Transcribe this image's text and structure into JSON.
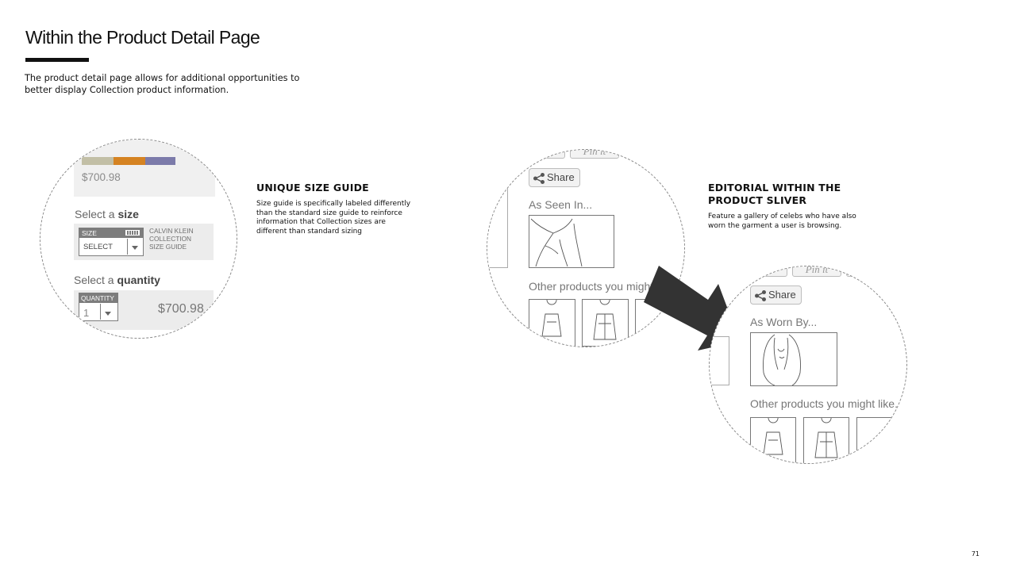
{
  "header": {
    "title": "Within the Product Detail Page",
    "intro": "The product detail page allows for additional opportunities to better display Collection product information."
  },
  "size_guide_zoom": {
    "price_top": "$700.98",
    "swatch_colors": [
      "#c2bfa6",
      "#d58322",
      "#7c7baa"
    ],
    "select_size_prefix": "Select a ",
    "select_size_bold": "size",
    "size_bar_label": "SIZE",
    "size_select_value": "SELECT",
    "size_guide_lines": [
      "CALVIN KLEIN",
      "COLLECTION",
      "SIZE GUIDE"
    ],
    "select_quantity_prefix": "Select a ",
    "select_quantity_bold": "quantity",
    "quantity_bar_label": "QUANTITY",
    "quantity_value": "1",
    "quantity_price": "$700.98"
  },
  "annotation_size_guide": {
    "title": "UNIQUE SIZE GUIDE",
    "body": "Size guide is specifically labeled differently than the standard size guide to reinforce information that Collection sizes are different than standard sizing"
  },
  "as_seen_zoom": {
    "pinterest_label": "Pin it",
    "share_label": "Share",
    "section_label": "As Seen In...",
    "recommendations_label": "Other products you might like."
  },
  "annotation_editorial": {
    "title": "EDITORIAL WITHIN THE PRODUCT SLIVER",
    "body": "Feature a gallery of celebs who have also worn the garment a user is browsing."
  },
  "as_worn_zoom": {
    "pinterest_label": "Pin it",
    "share_label": "Share",
    "section_label": "As Worn By...",
    "recommendations_label": "Other products you might like."
  },
  "footer": {
    "page_number": "71"
  },
  "colors": {
    "arrow": "#333333",
    "dashed_outline": "#8a8a8a"
  },
  "icons": [
    "share-icon",
    "ruler-icon",
    "chevron-down-icon",
    "arrow-icon"
  ]
}
